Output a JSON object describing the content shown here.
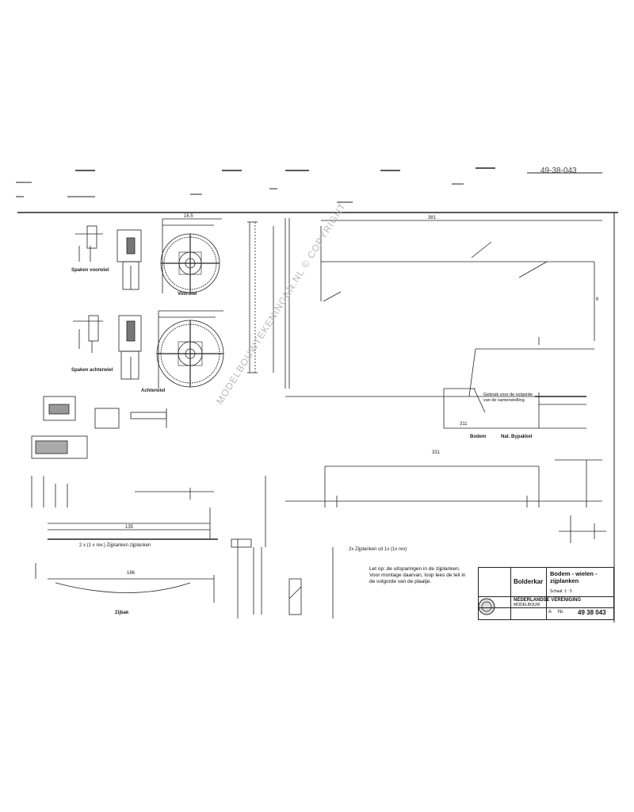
{
  "sheet": {
    "ref_handwritten": "49-38-043",
    "watermark": "MODELBOUWTEKENINGEN.NL © COPYRIGHT"
  },
  "labels": {
    "spaken_voorwiel": "Spaken voorwiel",
    "voorwiel": "Voorwiel",
    "spaken_achterwiel": "Spaken achterwiel",
    "achterwiel": "Achterwiel",
    "zijplanken_caption": "2 x  (1 x rev.)  Zijplanken   zijplanken",
    "zijbak": "Zijbak",
    "bodem": "Bodem",
    "bodem_boekstuk": "Nat. Bypakket",
    "zijplanken_note": "2x  Zijplanken  uit 1x  (1x rev)",
    "assembly_note": "Let op: de uitsparingen in de zijplanken. Voor montage daarvan, loop lees de teil in de volgorde van de plaatje.",
    "bodem_note": "Gebruik voor de volgorde van de samenstelling."
  },
  "dims": {
    "overall_top": "381",
    "right_side": "6",
    "top_hub": "16.5",
    "mid_length": "311",
    "lower_length": "331",
    "zijbak_length": "186",
    "side_length": "135"
  },
  "titleblock": {
    "left_title": "Bolderkar",
    "right_title": "Bodem - wielen - zijplanken",
    "right_sub": "Schaal: 1 : 5",
    "org": "NEDERLANDSE VERENIGING",
    "org_sub": "MODELBOUW",
    "number": "49 38 043",
    "sheet": "A",
    "sheet_no": "Nr."
  }
}
